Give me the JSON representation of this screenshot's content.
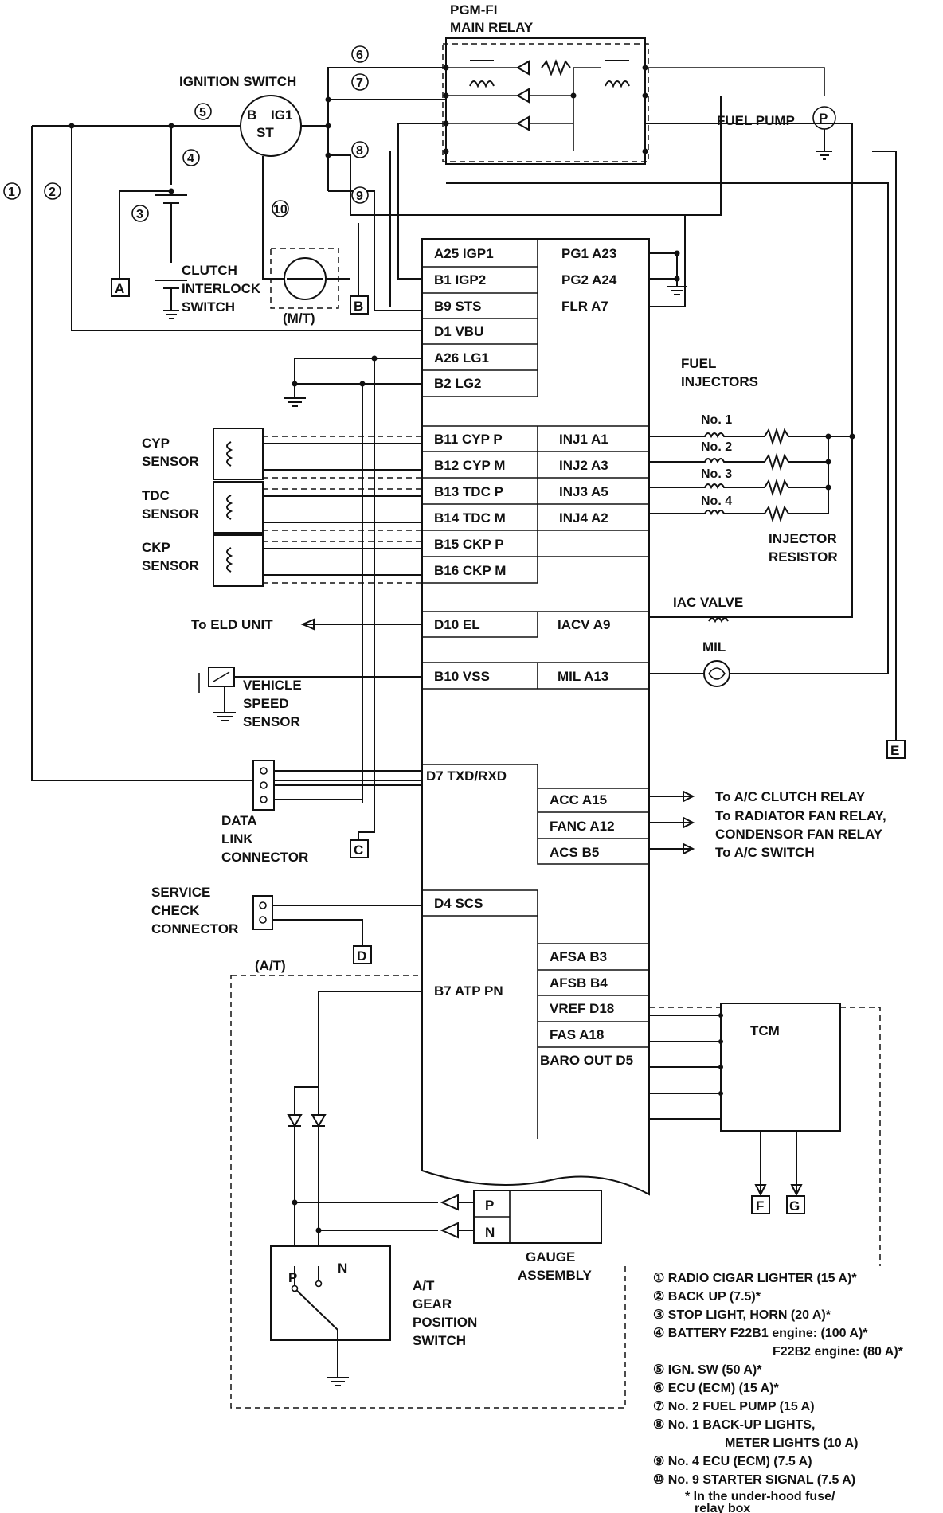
{
  "labels": {
    "relay_1": "PGM-FI",
    "relay_2": "MAIN RELAY",
    "ignition_switch": "IGNITION SWITCH",
    "ign_b": "B",
    "ign_ig1": "IG1",
    "ign_st": "ST",
    "fuel_pump": "FUEL PUMP",
    "pump_symbol": "P",
    "clutch_1": "CLUTCH",
    "clutch_2": "INTERLOCK",
    "clutch_3": "SWITCH",
    "mt": "(M/T)",
    "fuel_injectors_1": "FUEL",
    "fuel_injectors_2": "INJECTORS",
    "injector_resistor_1": "INJECTOR",
    "injector_resistor_2": "RESISTOR",
    "iac_valve": "IAC VALVE",
    "mil": "MIL",
    "to_eld": "To ELD UNIT",
    "vss_1": "VEHICLE",
    "vss_2": "SPEED",
    "vss_3": "SENSOR",
    "dlc_1": "DATA",
    "dlc_2": "LINK",
    "dlc_3": "CONNECTOR",
    "scs_1": "SERVICE",
    "scs_2": "CHECK",
    "scs_3": "CONNECTOR",
    "at": "(A/T)",
    "tcm": "TCM",
    "p": "P",
    "n": "N",
    "gauge_1": "GAUGE",
    "gauge_2": "ASSEMBLY",
    "at_switch_1": "A/T",
    "at_switch_2": "GEAR",
    "at_switch_3": "POSITION",
    "at_switch_4": "SWITCH"
  },
  "fuses": {
    "f1": "1",
    "f2": "2",
    "f3": "3",
    "f4": "4",
    "f5": "5",
    "f6": "6",
    "f7": "7",
    "f8": "8",
    "f9": "9",
    "f10": "10"
  },
  "connectors": {
    "a": "A",
    "b": "B",
    "c": "C",
    "d": "D",
    "e": "E",
    "f": "F",
    "g": "G"
  },
  "pins": {
    "a25": "A25 IGP1",
    "b1": "B1 IGP2",
    "b9": "B9 STS",
    "d1": "D1 VBU",
    "a26": "A26 LG1",
    "b2": "B2 LG2",
    "b11": "B11 CYP P",
    "b12": "B12 CYP M",
    "b13": "B13 TDC P",
    "b14": "B14 TDC M",
    "b15": "B15 CKP P",
    "b16": "B16 CKP M",
    "d10": "D10 EL",
    "b10": "B10 VSS",
    "d7": "D7 TXD/RXD",
    "d4": "D4 SCS",
    "b7": "B7 ATP PN",
    "pg1": "PG1 A23",
    "pg2": "PG2 A24",
    "flr": "FLR A7",
    "inj1": "INJ1 A1",
    "inj2": "INJ2 A3",
    "inj3": "INJ3 A5",
    "inj4": "INJ4 A2",
    "iacv": "IACV A9",
    "mil": "MIL A13",
    "acc": "ACC A15",
    "fanc": "FANC A12",
    "acs": "ACS B5",
    "afsa": "AFSA B3",
    "afsb": "AFSB B4",
    "vref": "VREF D18",
    "fas": "FAS A18",
    "baro": "BARO OUT D5"
  },
  "sensors": {
    "cyp_1": "CYP",
    "cyp_2": "SENSOR",
    "tdc_1": "TDC",
    "tdc_2": "SENSOR",
    "ckp_1": "CKP",
    "ckp_2": "SENSOR"
  },
  "injectors": {
    "no1": "No. 1",
    "no2": "No. 2",
    "no3": "No. 3",
    "no4": "No. 4"
  },
  "outputs": {
    "ac_clutch": "To A/C CLUTCH RELAY",
    "radiator_fan": "To RADIATOR FAN RELAY,",
    "condensor_fan": "CONDENSOR FAN RELAY",
    "ac_switch": "To A/C SWITCH"
  },
  "legend": {
    "l1": "① RADIO CIGAR LIGHTER (15 A)*",
    "l2": "② BACK UP (7.5)*",
    "l3": "③ STOP LIGHT, HORN (20 A)*",
    "l4": "④ BATTERY F22B1 engine: (100 A)*",
    "l4b": "F22B2 engine: (80 A)*",
    "l5": "⑤ IGN. SW (50 A)*",
    "l6": "⑥ ECU (ECM) (15 A)*",
    "l7": "⑦ No. 2 FUEL PUMP (15 A)",
    "l8": "⑧ No. 1 BACK-UP LIGHTS,",
    "l8b": "METER LIGHTS (10 A)",
    "l9": "⑨ No. 4 ECU (ECM) (7.5 A)",
    "l10": "⑩ No. 9 STARTER SIGNAL (7.5 A)",
    "note1": "* In the under-hood fuse/",
    "note2": "relay box"
  }
}
